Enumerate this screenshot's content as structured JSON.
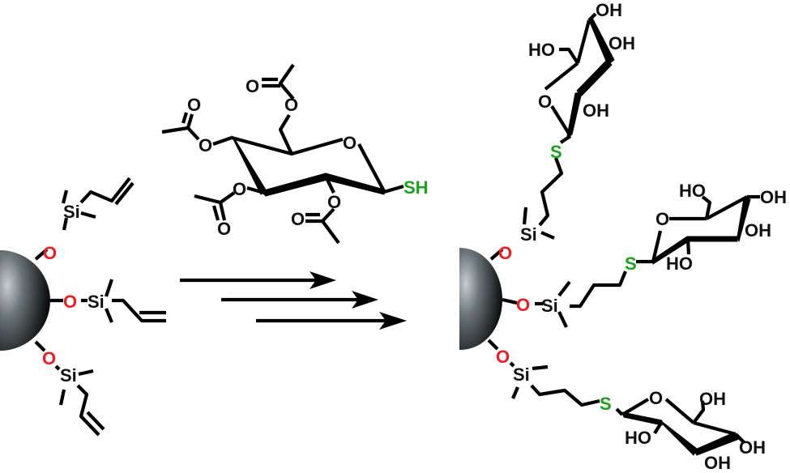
{
  "figure": {
    "type": "reaction-scheme",
    "description": "Thiol-ene functionalization of allyl-dimethylsilyl modified particle with peracetylated 1-thio-glucose, followed by deprotection"
  },
  "colors": {
    "bond": "#000000",
    "oxygen_linker": "#ee1d23",
    "sulfur": "#1aa31a",
    "particle_dark": "#1a1a1a",
    "particle_light": "#9aa3a6"
  },
  "reactant_particle": {
    "linker_atom": "O",
    "silicon_label": "Si",
    "chain_count": 3,
    "chain_terminal_group": "allyl"
  },
  "reagent": {
    "name": "peracetylated thioglucose",
    "thiol_label": "SH",
    "ring_oxygen": "O",
    "acetyl_oxygen": "O"
  },
  "arrows": {
    "count": 3,
    "direction": "right"
  },
  "product_particle": {
    "linker_atom": "O",
    "silicon_label": "Si",
    "sulfur_label": "S",
    "ring_oxygen": "O",
    "hydroxyl_label": "OH",
    "hydroxyl_label_left": "HO"
  }
}
